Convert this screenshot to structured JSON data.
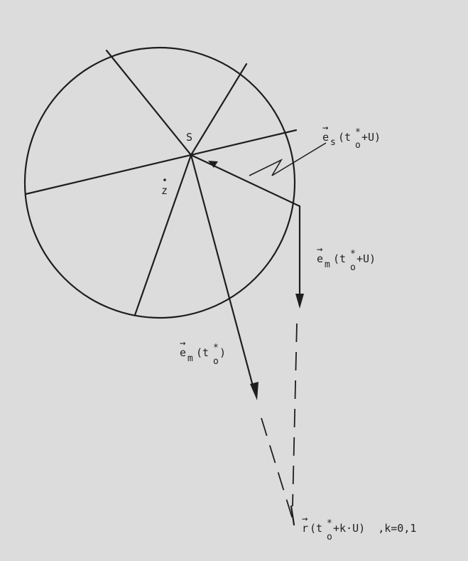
{
  "labels": {
    "center": "S",
    "point": "z",
    "es": {
      "vec": "e",
      "sub": "s",
      "arg": "(t",
      "sup": "*",
      "sub2": "o",
      "rest": "+U)"
    },
    "em1": {
      "vec": "e",
      "sub": "m",
      "arg": "(t",
      "sup": "*",
      "sub2": "o",
      "rest": "+U)"
    },
    "em2": {
      "vec": "e",
      "sub": "m",
      "arg": "(t",
      "sup": "*",
      "sub2": "o",
      "rest": ")"
    },
    "r": {
      "vec": "r",
      "arg": "(t",
      "sup": "*",
      "sub2": "o",
      "rest": "+k·U)  ,k=0,1"
    }
  },
  "colors": {
    "background": "#dcdcdc",
    "ink": "#1e1e1e"
  }
}
